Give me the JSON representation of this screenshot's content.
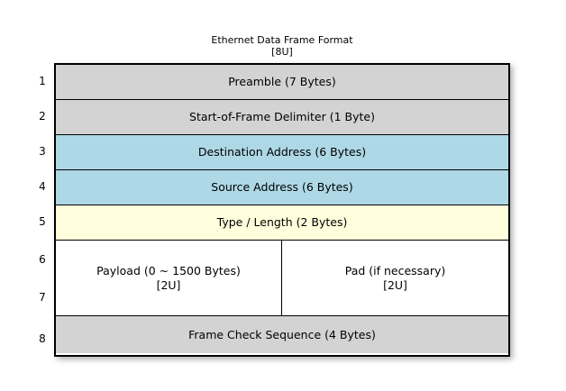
{
  "title": {
    "main": "Ethernet Data Frame Format",
    "sub": "[8U]"
  },
  "colors": {
    "page_background": "#ffffff",
    "header_gray": "#d3d3d3",
    "address_blue": "#aed8e6",
    "type_yellow": "#ffffdd",
    "payload_white": "#ffffff",
    "border": "#000000",
    "text": "#000000"
  },
  "row_numbers": [
    "1",
    "2",
    "3",
    "4",
    "5",
    "6",
    "7",
    "8"
  ],
  "frame_rows": [
    {
      "number": "1",
      "label": "Preamble (7 Bytes)",
      "fill": "#d3d3d3",
      "bytes": "7"
    },
    {
      "number": "2",
      "label": "Start-of-Frame Delimiter (1 Byte)",
      "fill": "#d3d3d3",
      "bytes": "1"
    },
    {
      "number": "3",
      "label": "Destination Address (6 Bytes)",
      "fill": "#aed8e6",
      "bytes": "6"
    },
    {
      "number": "4",
      "label": "Source Address (6 Bytes)",
      "fill": "#aed8e6",
      "bytes": "6"
    },
    {
      "number": "5",
      "label": "Type / Length (2 Bytes)",
      "fill": "#ffffdd",
      "bytes": "2"
    },
    {
      "numbers": [
        "6",
        "7"
      ],
      "fill": "#ffffff",
      "split": true,
      "left": {
        "label": "Payload (0 ~ 1500 Bytes)",
        "sub": "[2U]"
      },
      "right": {
        "label": "Pad (if necessary)",
        "sub": "[2U]"
      }
    },
    {
      "number": "8",
      "label": "Frame Check Sequence (4 Bytes)",
      "fill": "#d3d3d3",
      "bytes": "4"
    }
  ]
}
